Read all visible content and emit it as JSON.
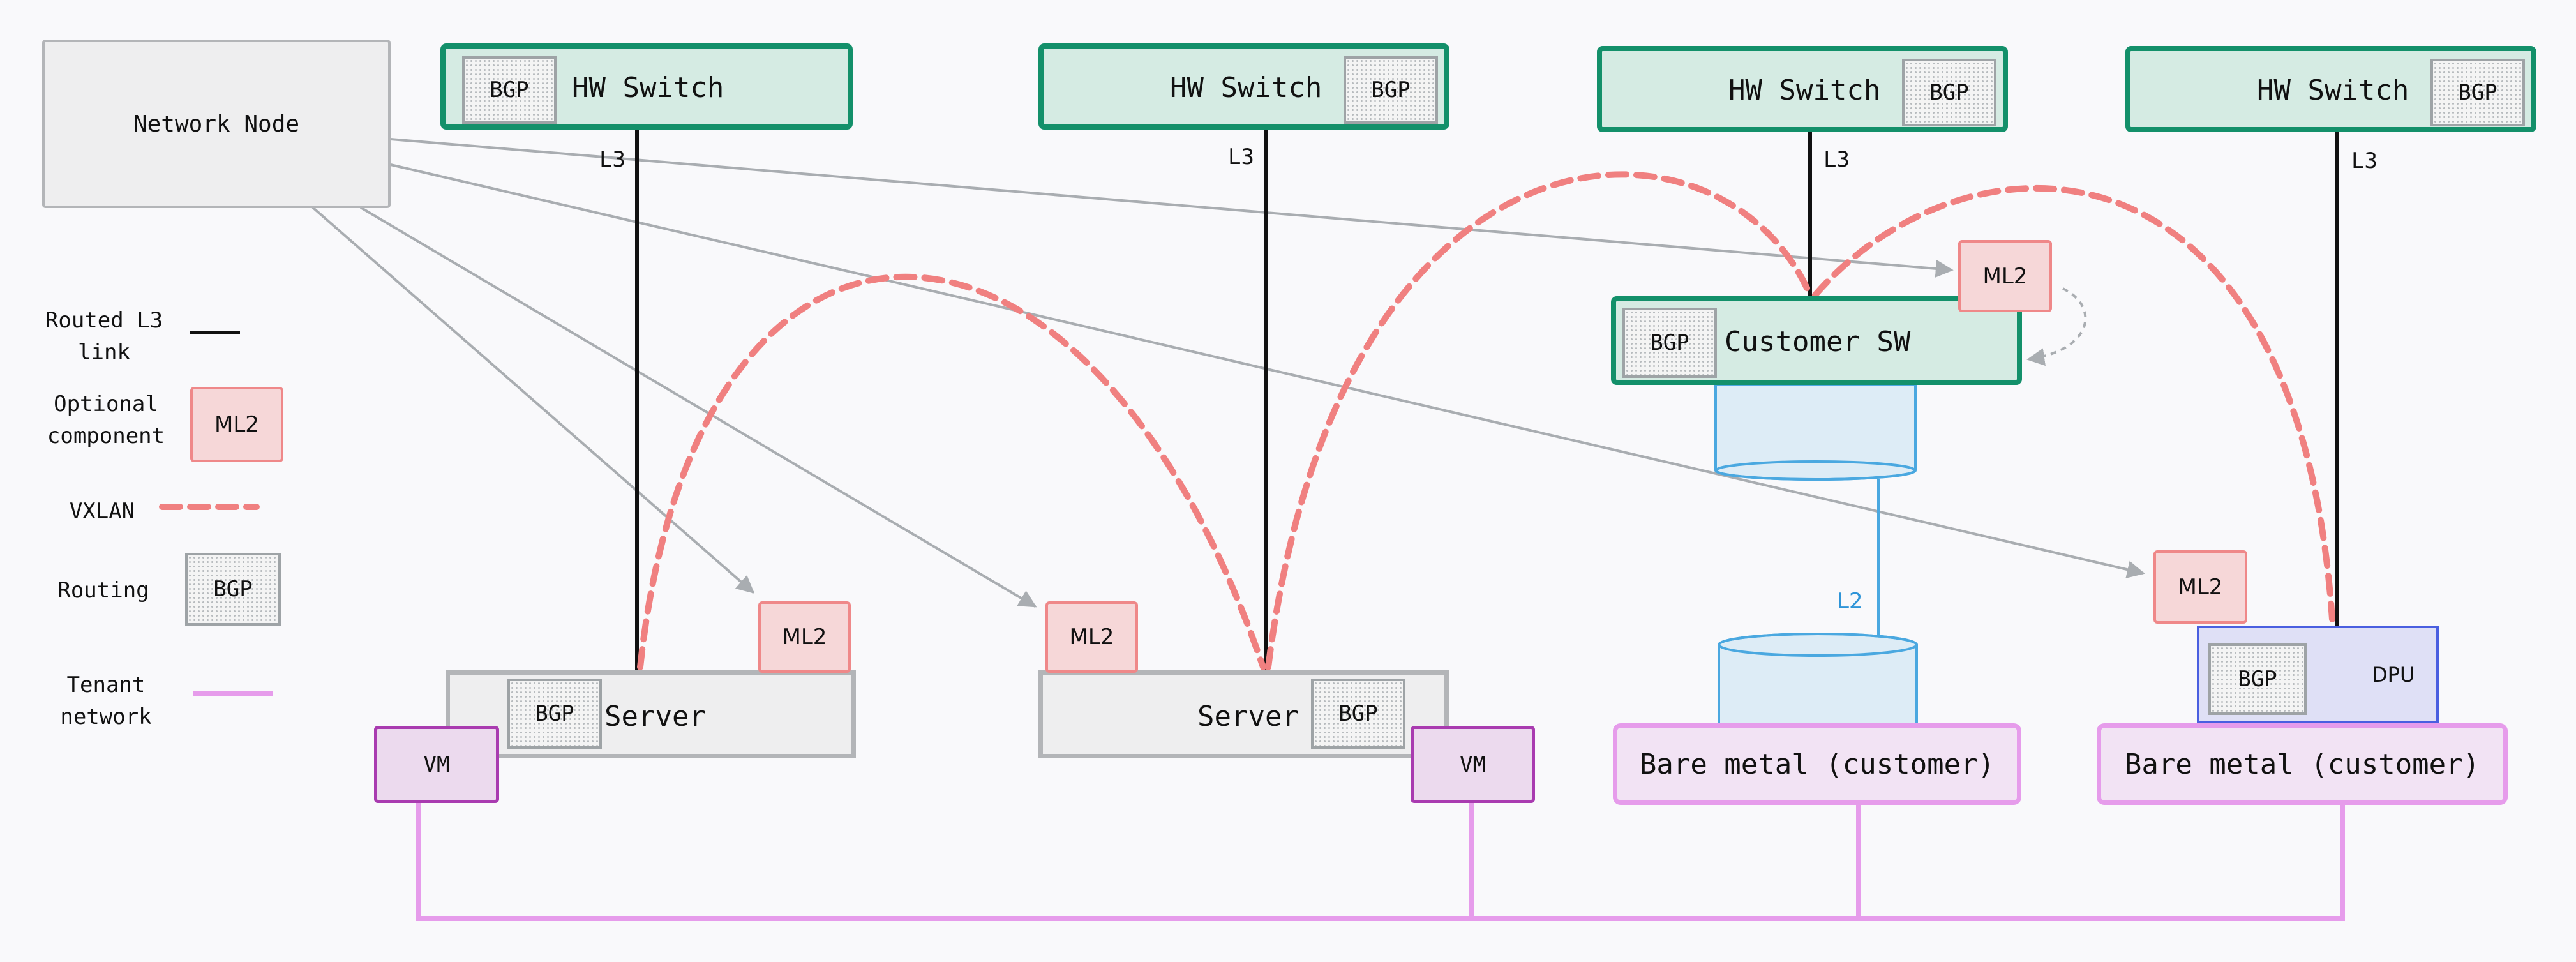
{
  "nodes": {
    "network_node": "Network Node",
    "hw_switch_1": "HW Switch",
    "hw_switch_2": "HW Switch",
    "hw_switch_3": "HW Switch",
    "hw_switch_4": "HW Switch",
    "customer_sw": "Customer SW",
    "server_1": "Server",
    "server_2": "Server",
    "vm_1": "VM",
    "vm_2": "VM",
    "bare_metal_1": "Bare metal (customer)",
    "bare_metal_2": "Bare metal (customer)",
    "dpu": "DPU",
    "bgp": "BGP",
    "ml2": "ML2"
  },
  "links": {
    "l3": "L3",
    "l2": "L2"
  },
  "legend": {
    "routed_l3": "Routed L3 link",
    "optional": "Optional component",
    "vxlan": "VXLAN",
    "routing": "Routing",
    "tenant": "Tenant network",
    "sample_ml2": "ML2",
    "sample_bgp": "BGP"
  },
  "colors": {
    "l3_link": "#111111",
    "vxlan": "#f08080",
    "tenant": "#e69ceb",
    "management": "#a9adb1",
    "l2_link": "#4aa8e0",
    "hw_border": "#13906a"
  }
}
